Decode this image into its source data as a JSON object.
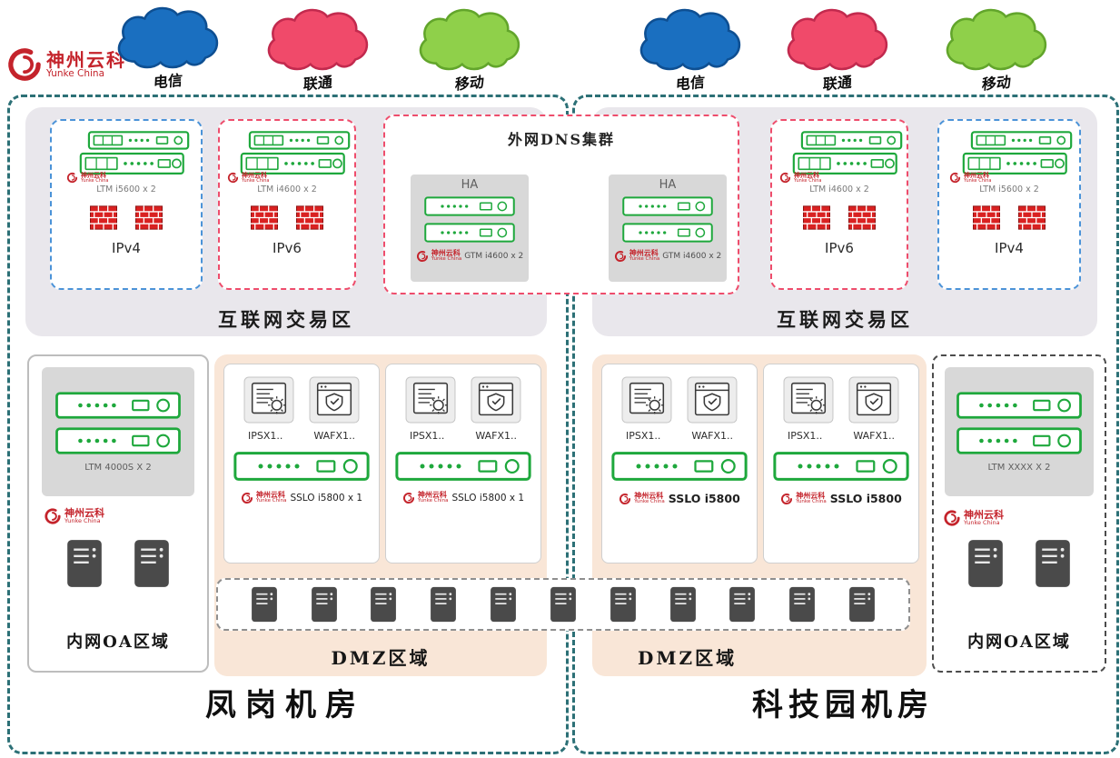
{
  "brand": {
    "cn": "神州云科",
    "en": "Yunke China"
  },
  "isps": [
    {
      "label": "电信",
      "fill": "#1a6fc0",
      "stroke": "#0e4f92"
    },
    {
      "label": "联通",
      "fill": "#f04a6a",
      "stroke": "#c22a4e"
    },
    {
      "label": "移动",
      "fill": "#8fd04a",
      "stroke": "#62a52b"
    },
    {
      "label": "电信",
      "fill": "#1a6fc0",
      "stroke": "#0e4f92"
    },
    {
      "label": "联通",
      "fill": "#f04a6a",
      "stroke": "#c22a4e"
    },
    {
      "label": "移动",
      "fill": "#8fd04a",
      "stroke": "#62a52b"
    }
  ],
  "dns": {
    "title": "外网DNS集群",
    "ha": "HA",
    "gtm": "GTM i4600 x 2"
  },
  "dc": [
    {
      "name": "凤岗机房",
      "zone_title": "互联网交易区",
      "boxA": {
        "label": "IPv4",
        "device": "LTM i5600 x 2"
      },
      "boxB": {
        "label": "IPv6",
        "device": "LTM i4600 x 2"
      },
      "oa": {
        "title": "内网OA区域",
        "device": "LTM 4000S X 2"
      },
      "dmz": {
        "title": "DMZ区域",
        "ips": "IPSX1..",
        "waf": "WAFX1..",
        "sslo1": "SSLO i5800 x 1",
        "sslo2": "SSLO i5800 x 1"
      }
    },
    {
      "name": "科技园机房",
      "zone_title": "互联网交易区",
      "boxA": {
        "label": "IPv6",
        "device": "LTM i4600 x 2"
      },
      "boxB": {
        "label": "IPv4",
        "device": "LTM i5600 x 2"
      },
      "oa": {
        "title": "内网OA区域",
        "device": "LTM XXXX X 2"
      },
      "dmz": {
        "title": "DMZ区域",
        "ips": "IPSX1..",
        "waf": "WAFX1..",
        "sslo1": "SSLO i5800",
        "sslo2": "SSLO i5800"
      }
    }
  ],
  "colors": {
    "datacenter_border": "#2c7076",
    "ipv4_border": "#4b93d8",
    "ipv6_border": "#ee4d6c",
    "zone_bg": "#e9e7ec",
    "dmz_bg": "#f9e6d7",
    "appliance_green": "#1ea83c",
    "brand_red": "#c4232b",
    "firewall_red": "#d92121"
  }
}
